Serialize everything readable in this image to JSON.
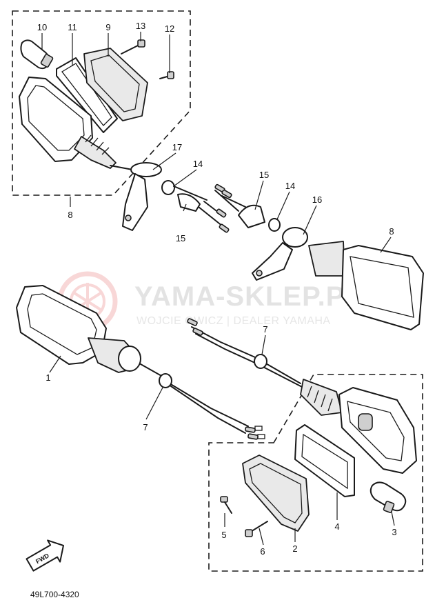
{
  "watermark": {
    "title": "YAMA-SKLEP.PL",
    "subtitle": "WOJCIE  OWICZ | DEALER YAMAHA",
    "logo_color": "#f4b7b7"
  },
  "diagram_code": "49L700-4320",
  "fwd_label": "FWD",
  "callouts": [
    "10",
    "11",
    "9",
    "13",
    "12",
    "8",
    "17",
    "14",
    "15",
    "15",
    "14",
    "16",
    "8",
    "1",
    "7",
    "7",
    "5",
    "6",
    "2",
    "4",
    "3"
  ]
}
